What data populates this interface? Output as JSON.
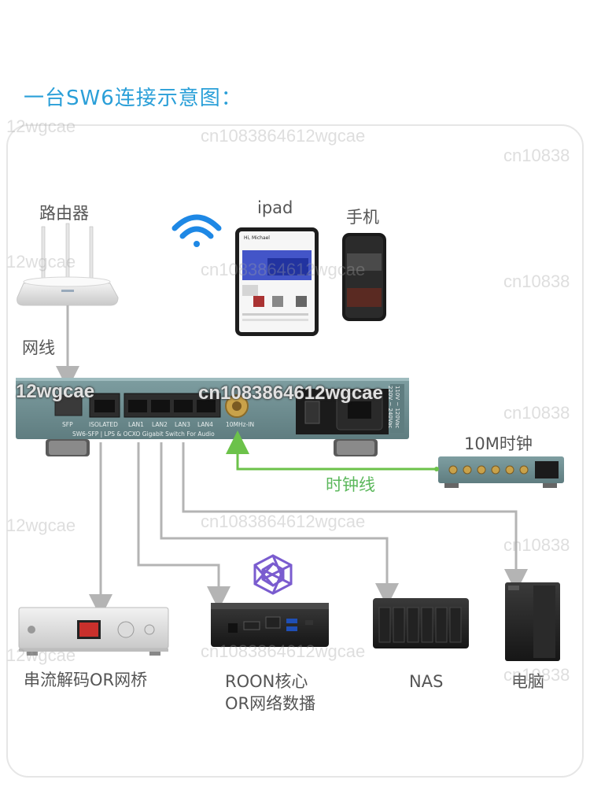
{
  "title": "一台SW6连接示意图：",
  "devices": {
    "router": "路由器",
    "ipad": "ipad",
    "phone": "手机",
    "cable": "网线",
    "clock": "10M时钟",
    "clock_cable": "时钟线",
    "dac": "串流解码OR网桥",
    "roon_line1": "ROON核心",
    "roon_line2": "OR网络数播",
    "nas": "NAS",
    "pc": "电脑"
  },
  "switch": {
    "ports": [
      "SFP",
      "ISOLATED",
      "LAN1",
      "LAN2",
      "LAN3",
      "LAN4",
      "10MHz-IN"
    ],
    "model_line": "SW6-SFP | LPS & OCXO Gigabit Switch For Audio",
    "voltage_1": "110V ~ 120Vac",
    "voltage_2": "220V ~ 240Vac"
  },
  "ipad_screen": {
    "greeting": "Hi, Michael"
  },
  "watermarks": {
    "text_a": "cn1083864612wgcae",
    "text_b": "12wgcae",
    "text_c": "cn10838",
    "text_d": "cn1083864612wgcae"
  },
  "colors": {
    "title": "#2a9fd8",
    "arrow_gray": "#b4b4b4",
    "arrow_green": "#6cc24a",
    "switch_body": "#6f8f92",
    "wifi": "#1e88e5"
  },
  "icons": [
    "wifi-icon",
    "roon-logo-icon"
  ]
}
